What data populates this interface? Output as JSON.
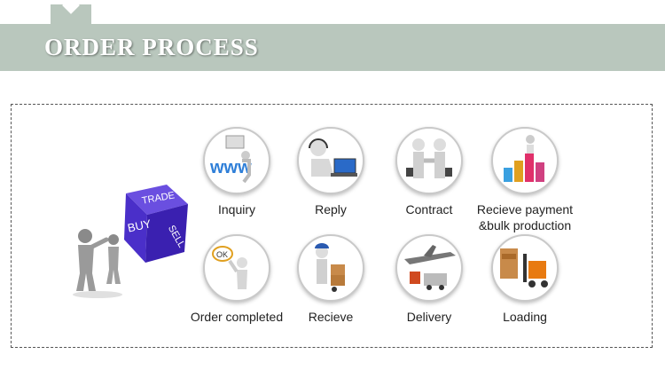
{
  "header": {
    "title": "ORDER PROCESS"
  },
  "cube": {
    "top": "TRADE",
    "left": "BUY",
    "right": "SELL"
  },
  "steps": [
    {
      "label": "Inquiry",
      "icon": "www-icon"
    },
    {
      "label": "Reply",
      "icon": "headset-laptop-icon"
    },
    {
      "label": "Contract",
      "icon": "handshake-icon"
    },
    {
      "label": "Recieve payment\n&bulk production",
      "icon": "bar-chart-icon"
    },
    {
      "label": "Order completed",
      "icon": "ok-sign-icon"
    },
    {
      "label": "Recieve",
      "icon": "hand-truck-icon"
    },
    {
      "label": "Delivery",
      "icon": "airplane-truck-icon"
    },
    {
      "label": "Loading",
      "icon": "forklift-icon"
    }
  ]
}
